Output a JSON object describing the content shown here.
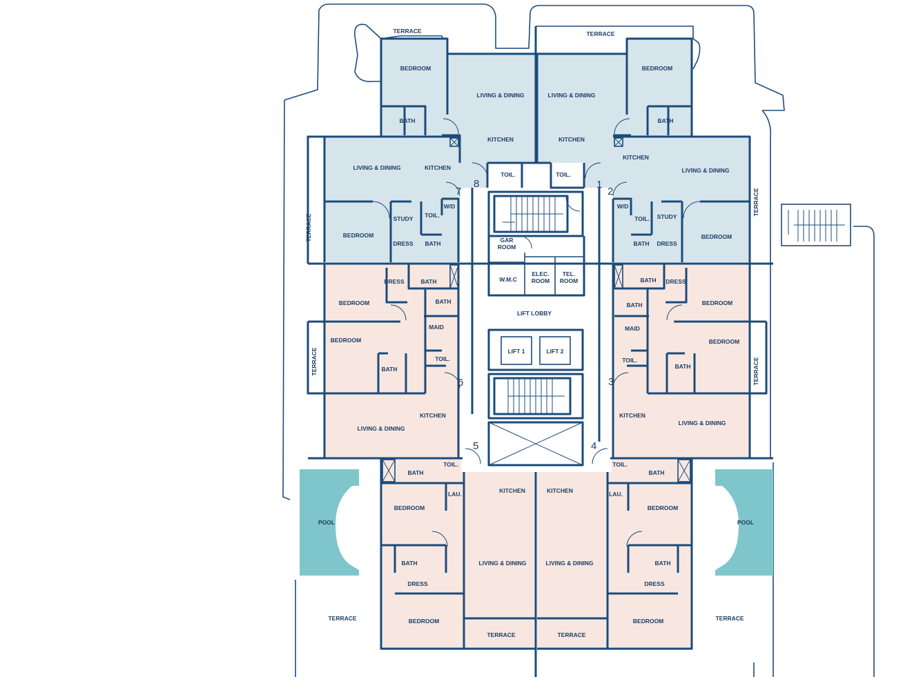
{
  "rooms": [
    {
      "id": "terrace_top_left",
      "text": "TERRACE"
    },
    {
      "id": "terrace_top_right",
      "text": "TERRACE"
    },
    {
      "id": "u8_bedroom",
      "text": "BEDROOM"
    },
    {
      "id": "u8_living",
      "text": "LIVING & DINING"
    },
    {
      "id": "u8_bath",
      "text": "BATH"
    },
    {
      "id": "u8_kitchen",
      "text": "KITCHEN"
    },
    {
      "id": "u8_toil",
      "text": "TOIL."
    },
    {
      "id": "u1_bedroom",
      "text": "BEDROOM"
    },
    {
      "id": "u1_living",
      "text": "LIVING & DINING"
    },
    {
      "id": "u1_bath",
      "text": "BATH"
    },
    {
      "id": "u1_kitchen",
      "text": "KITCHEN"
    },
    {
      "id": "u1_toil",
      "text": "TOIL."
    },
    {
      "id": "u7_living",
      "text": "LIVING & DINING"
    },
    {
      "id": "u7_kitchen",
      "text": "KITCHEN"
    },
    {
      "id": "u7_wd",
      "text": "W/D"
    },
    {
      "id": "u7_study",
      "text": "STUDY"
    },
    {
      "id": "u7_toil",
      "text": "TOIL."
    },
    {
      "id": "u7_bedroom",
      "text": "BEDROOM"
    },
    {
      "id": "u7_dress",
      "text": "DRESS"
    },
    {
      "id": "u7_bath",
      "text": "BATH"
    },
    {
      "id": "terrace_left_upper",
      "text": "TERRACE"
    },
    {
      "id": "u2_kitchen",
      "text": "KITCHEN"
    },
    {
      "id": "u2_living",
      "text": "LIVING & DINING"
    },
    {
      "id": "u2_wd",
      "text": "W/D"
    },
    {
      "id": "u2_toil",
      "text": "TOIL."
    },
    {
      "id": "u2_study",
      "text": "STUDY"
    },
    {
      "id": "u2_bath",
      "text": "BATH"
    },
    {
      "id": "u2_dress",
      "text": "DRESS"
    },
    {
      "id": "u2_bedroom",
      "text": "BEDROOM"
    },
    {
      "id": "terrace_right_upper",
      "text": "TERRACE"
    },
    {
      "id": "gar_room",
      "text": "GAR\nROOM"
    },
    {
      "id": "wmc",
      "text": "W.M.C"
    },
    {
      "id": "elec_room",
      "text": "ELEC.\nROOM"
    },
    {
      "id": "tel_room",
      "text": "TEL.\nROOM"
    },
    {
      "id": "lift_lobby",
      "text": "LIFT LOBBY"
    },
    {
      "id": "lift1",
      "text": "LIFT 1"
    },
    {
      "id": "lift2",
      "text": "LIFT 2"
    },
    {
      "id": "u6_dress",
      "text": "DRESS"
    },
    {
      "id": "u6_bath_top",
      "text": "BATH"
    },
    {
      "id": "u6_bedroom1",
      "text": "BEDROOM"
    },
    {
      "id": "u6_bath2",
      "text": "BATH"
    },
    {
      "id": "u6_maid",
      "text": "MAID"
    },
    {
      "id": "u6_bedroom2",
      "text": "BEDROOM"
    },
    {
      "id": "u6_toil",
      "text": "TOIL."
    },
    {
      "id": "u6_bath3",
      "text": "BATH"
    },
    {
      "id": "u6_kitchen",
      "text": "KITCHEN"
    },
    {
      "id": "u6_living",
      "text": "LIVING & DINING"
    },
    {
      "id": "terrace_left_mid",
      "text": "TERRACE"
    },
    {
      "id": "u3_bath_top",
      "text": "BATH"
    },
    {
      "id": "u3_dress",
      "text": "DRESS"
    },
    {
      "id": "u3_bath2",
      "text": "BATH"
    },
    {
      "id": "u3_bedroom1",
      "text": "BEDROOM"
    },
    {
      "id": "u3_maid",
      "text": "MAID"
    },
    {
      "id": "u3_bedroom2",
      "text": "BEDROOM"
    },
    {
      "id": "u3_toil",
      "text": "TOIL."
    },
    {
      "id": "u3_bath3",
      "text": "BATH"
    },
    {
      "id": "u3_kitchen",
      "text": "KITCHEN"
    },
    {
      "id": "u3_living",
      "text": "LIVING & DINING"
    },
    {
      "id": "terrace_right_mid",
      "text": "TERRACE"
    },
    {
      "id": "u5_bath",
      "text": "BATH"
    },
    {
      "id": "u5_toil",
      "text": "TOIL."
    },
    {
      "id": "u5_lau",
      "text": "LAU."
    },
    {
      "id": "u5_kitchen",
      "text": "KITCHEN"
    },
    {
      "id": "u5_bedroom1",
      "text": "BEDROOM"
    },
    {
      "id": "u5_bath2",
      "text": "BATH"
    },
    {
      "id": "u5_dress",
      "text": "DRESS"
    },
    {
      "id": "u5_living",
      "text": "LIVING & DINING"
    },
    {
      "id": "u5_bedroom2",
      "text": "BEDROOM"
    },
    {
      "id": "u4_kitchen",
      "text": "KITCHEN"
    },
    {
      "id": "u4_toil",
      "text": "TOIL."
    },
    {
      "id": "u4_bath",
      "text": "BATH"
    },
    {
      "id": "u4_lau",
      "text": "LAU."
    },
    {
      "id": "u4_bedroom1",
      "text": "BEDROOM"
    },
    {
      "id": "u4_living",
      "text": "LIVING & DINING"
    },
    {
      "id": "u4_bath2",
      "text": "BATH"
    },
    {
      "id": "u4_dress",
      "text": "DRESS"
    },
    {
      "id": "u4_bedroom2",
      "text": "BEDROOM"
    },
    {
      "id": "pool_left",
      "text": "POOL"
    },
    {
      "id": "pool_right",
      "text": "POOL"
    },
    {
      "id": "terrace_bottom_left",
      "text": "TERRACE"
    },
    {
      "id": "terrace_bottom_mid_left",
      "text": "TERRACE"
    },
    {
      "id": "terrace_bottom_mid_right",
      "text": "TERRACE"
    },
    {
      "id": "terrace_bottom_right",
      "text": "TERRACE"
    }
  ],
  "unit_numbers": [
    "1",
    "2",
    "3",
    "4",
    "5",
    "6",
    "7",
    "8"
  ],
  "colors": {
    "wall": "#1b4b7a",
    "upper_units_fill": "#d6e5ec",
    "lower_units_fill": "#f8e7e1",
    "pool_fill": "#7fc6cc",
    "label": "#1b3d63"
  }
}
